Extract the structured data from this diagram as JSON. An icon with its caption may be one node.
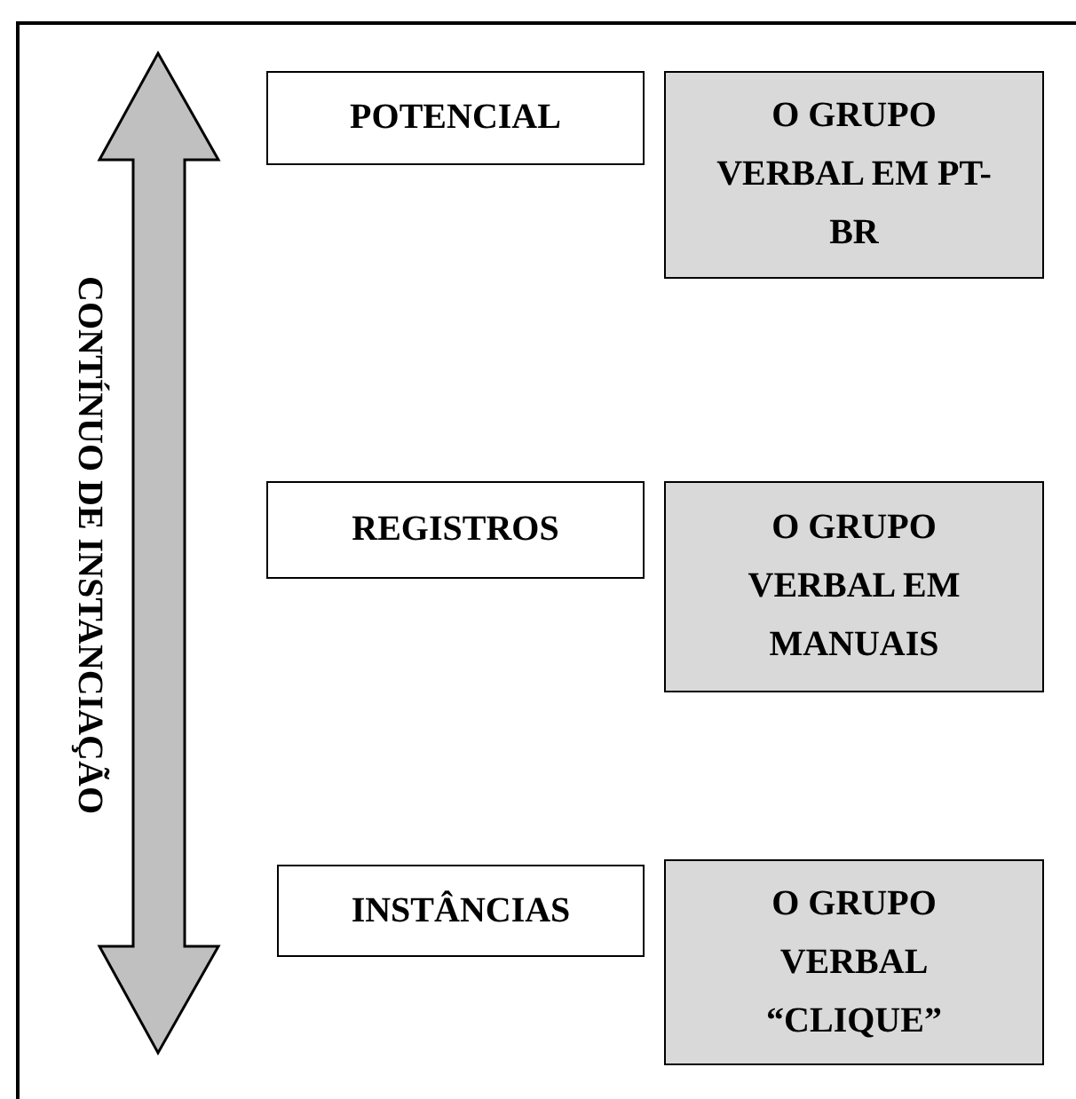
{
  "diagram": {
    "nodes": [
      {
        "text": [
          "POTENCIAL"
        ]
      },
      {
        "text": [
          "O GRUPO VERBAL EM PT-BR"
        ]
      },
      {
        "text": [
          "REGISTROS"
        ]
      },
      {
        "text": [
          "O GRUPO VERBAL EM MANUAIS"
        ]
      },
      {
        "text": [
          "INSTÂNCIAS"
        ]
      },
      {
        "text": [
          "O GRUPO VERBAL “CLIQUE”"
        ]
      }
    ],
    "labels": [
      "CONTÍNUO DE INSTANCIAÇÃO"
    ]
  }
}
